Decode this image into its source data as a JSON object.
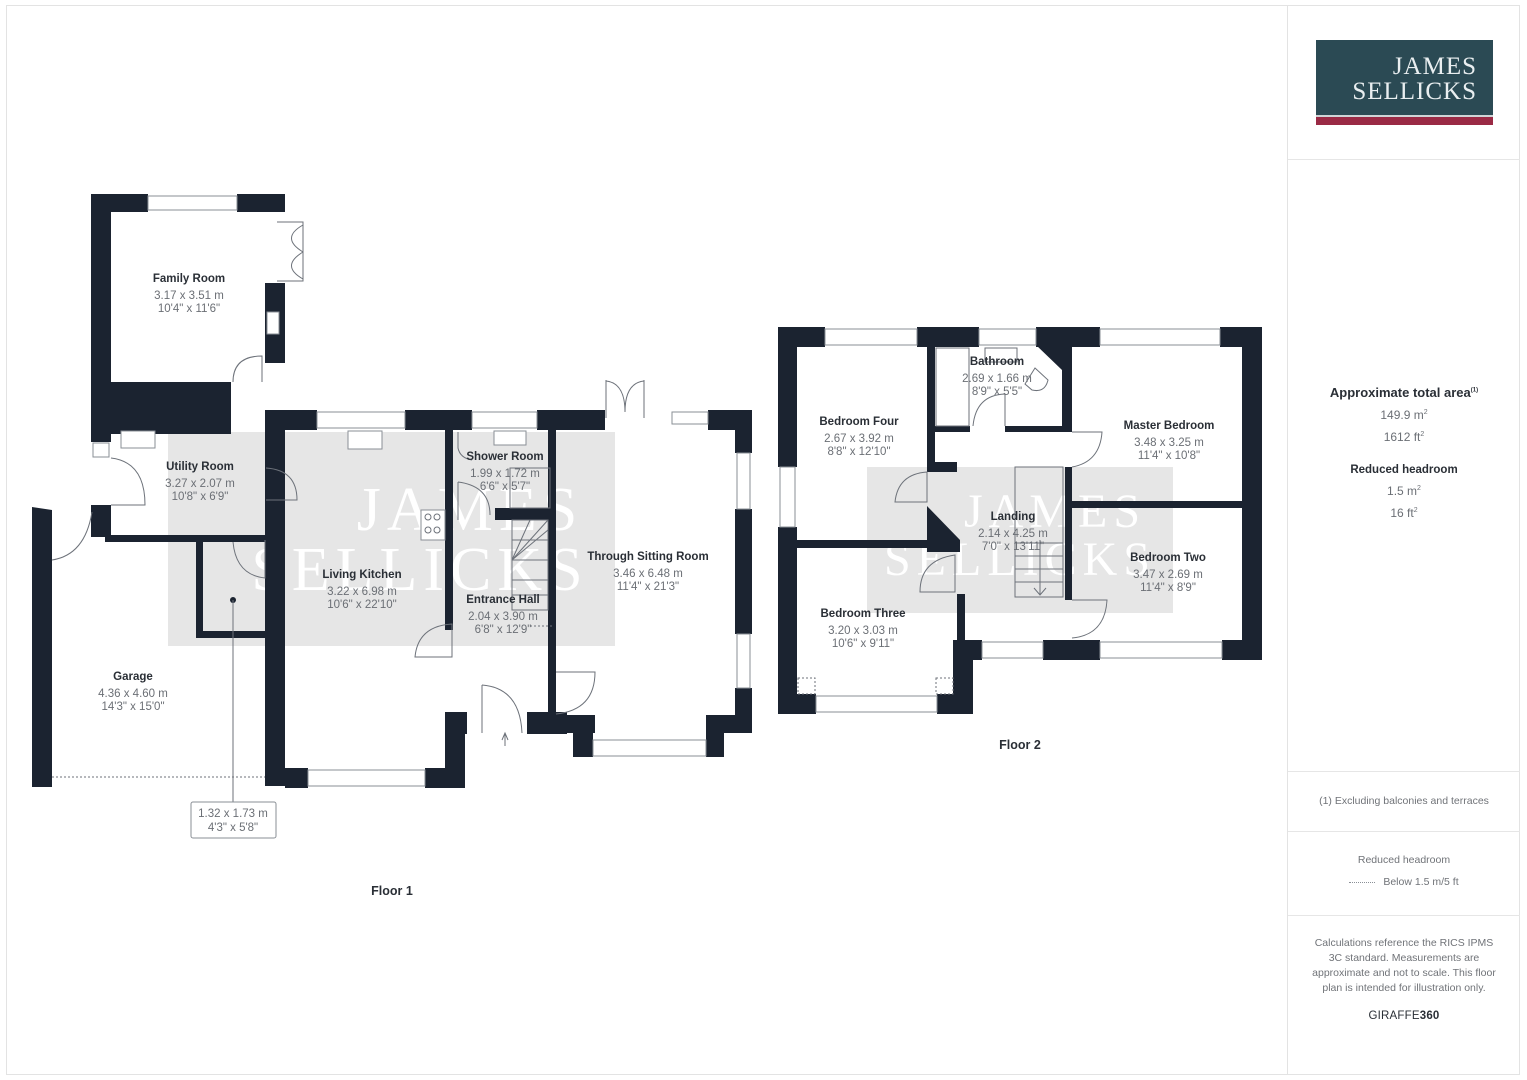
{
  "brand": {
    "logo_line1": "JAMES",
    "logo_line2": "SELLICKS",
    "colors": {
      "logo_bg": "#2b4a54",
      "logo_bar": "#9a2a45",
      "wall": "#1b2330",
      "watermark_bg": "#e6e6e6"
    }
  },
  "watermark": {
    "line1": "JAMES",
    "line2": "SELLICKS"
  },
  "floors": [
    {
      "label": "Floor 1",
      "rooms": [
        {
          "name": "Family Room",
          "metric": "3.17 x 3.51 m",
          "imperial": "10'4\" x 11'6\""
        },
        {
          "name": "Utility Room",
          "metric": "3.27 x 2.07 m",
          "imperial": "10'8\" x 6'9\""
        },
        {
          "name": "Garage",
          "metric": "4.36 x 4.60 m",
          "imperial": "14'3\" x 15'0\""
        },
        {
          "name": "Living Kitchen",
          "metric": "3.22 x 6.98 m",
          "imperial": "10'6\" x 22'10\""
        },
        {
          "name": "Shower Room",
          "metric": "1.99 x 1.72 m",
          "imperial": "6'6\" x 5'7\""
        },
        {
          "name": "Entrance Hall",
          "metric": "2.04 x 3.90 m",
          "imperial": "6'8\" x 12'9\""
        },
        {
          "name": "Through Sitting Room",
          "metric": "3.46 x 6.48 m",
          "imperial": "11'4\" x 21'3\""
        }
      ],
      "callout": {
        "metric": "1.32 x 1.73 m",
        "imperial": "4'3\" x 5'8\""
      }
    },
    {
      "label": "Floor 2",
      "rooms": [
        {
          "name": "Bedroom Four",
          "metric": "2.67 x 3.92 m",
          "imperial": "8'8\" x 12'10\""
        },
        {
          "name": "Bathroom",
          "metric": "2.69 x 1.66 m",
          "imperial": "8'9\" x 5'5\""
        },
        {
          "name": "Master Bedroom",
          "metric": "3.48 x 3.25 m",
          "imperial": "11'4\" x 10'8\""
        },
        {
          "name": "Landing",
          "metric": "2.14 x 4.25 m",
          "imperial": "7'0\" x 13'11\""
        },
        {
          "name": "Bedroom Two",
          "metric": "3.47 x 2.69 m",
          "imperial": "11'4\" x 8'9\""
        },
        {
          "name": "Bedroom Three",
          "metric": "3.20 x 3.03 m",
          "imperial": "10'6\" x 9'11\""
        }
      ]
    }
  ],
  "sidebar": {
    "total_area_title": "Approximate total area",
    "total_area_footnote_mark": "(1)",
    "total_area_m2": "149.9 m",
    "total_area_ft2": "1612 ft",
    "reduced_headroom_title": "Reduced headroom",
    "reduced_m2": "1.5 m",
    "reduced_ft2": "16 ft",
    "squared": "2",
    "footnote": "(1) Excluding balconies and terraces",
    "legend_title": "Reduced headroom",
    "legend_item": "Below 1.5 m/5 ft",
    "disclaimer": "Calculations reference the RICS IPMS 3C standard. Measurements are approximate and not to scale. This floor plan is intended for illustration only.",
    "provider_light": "GIRAFFE",
    "provider_bold": "360"
  }
}
